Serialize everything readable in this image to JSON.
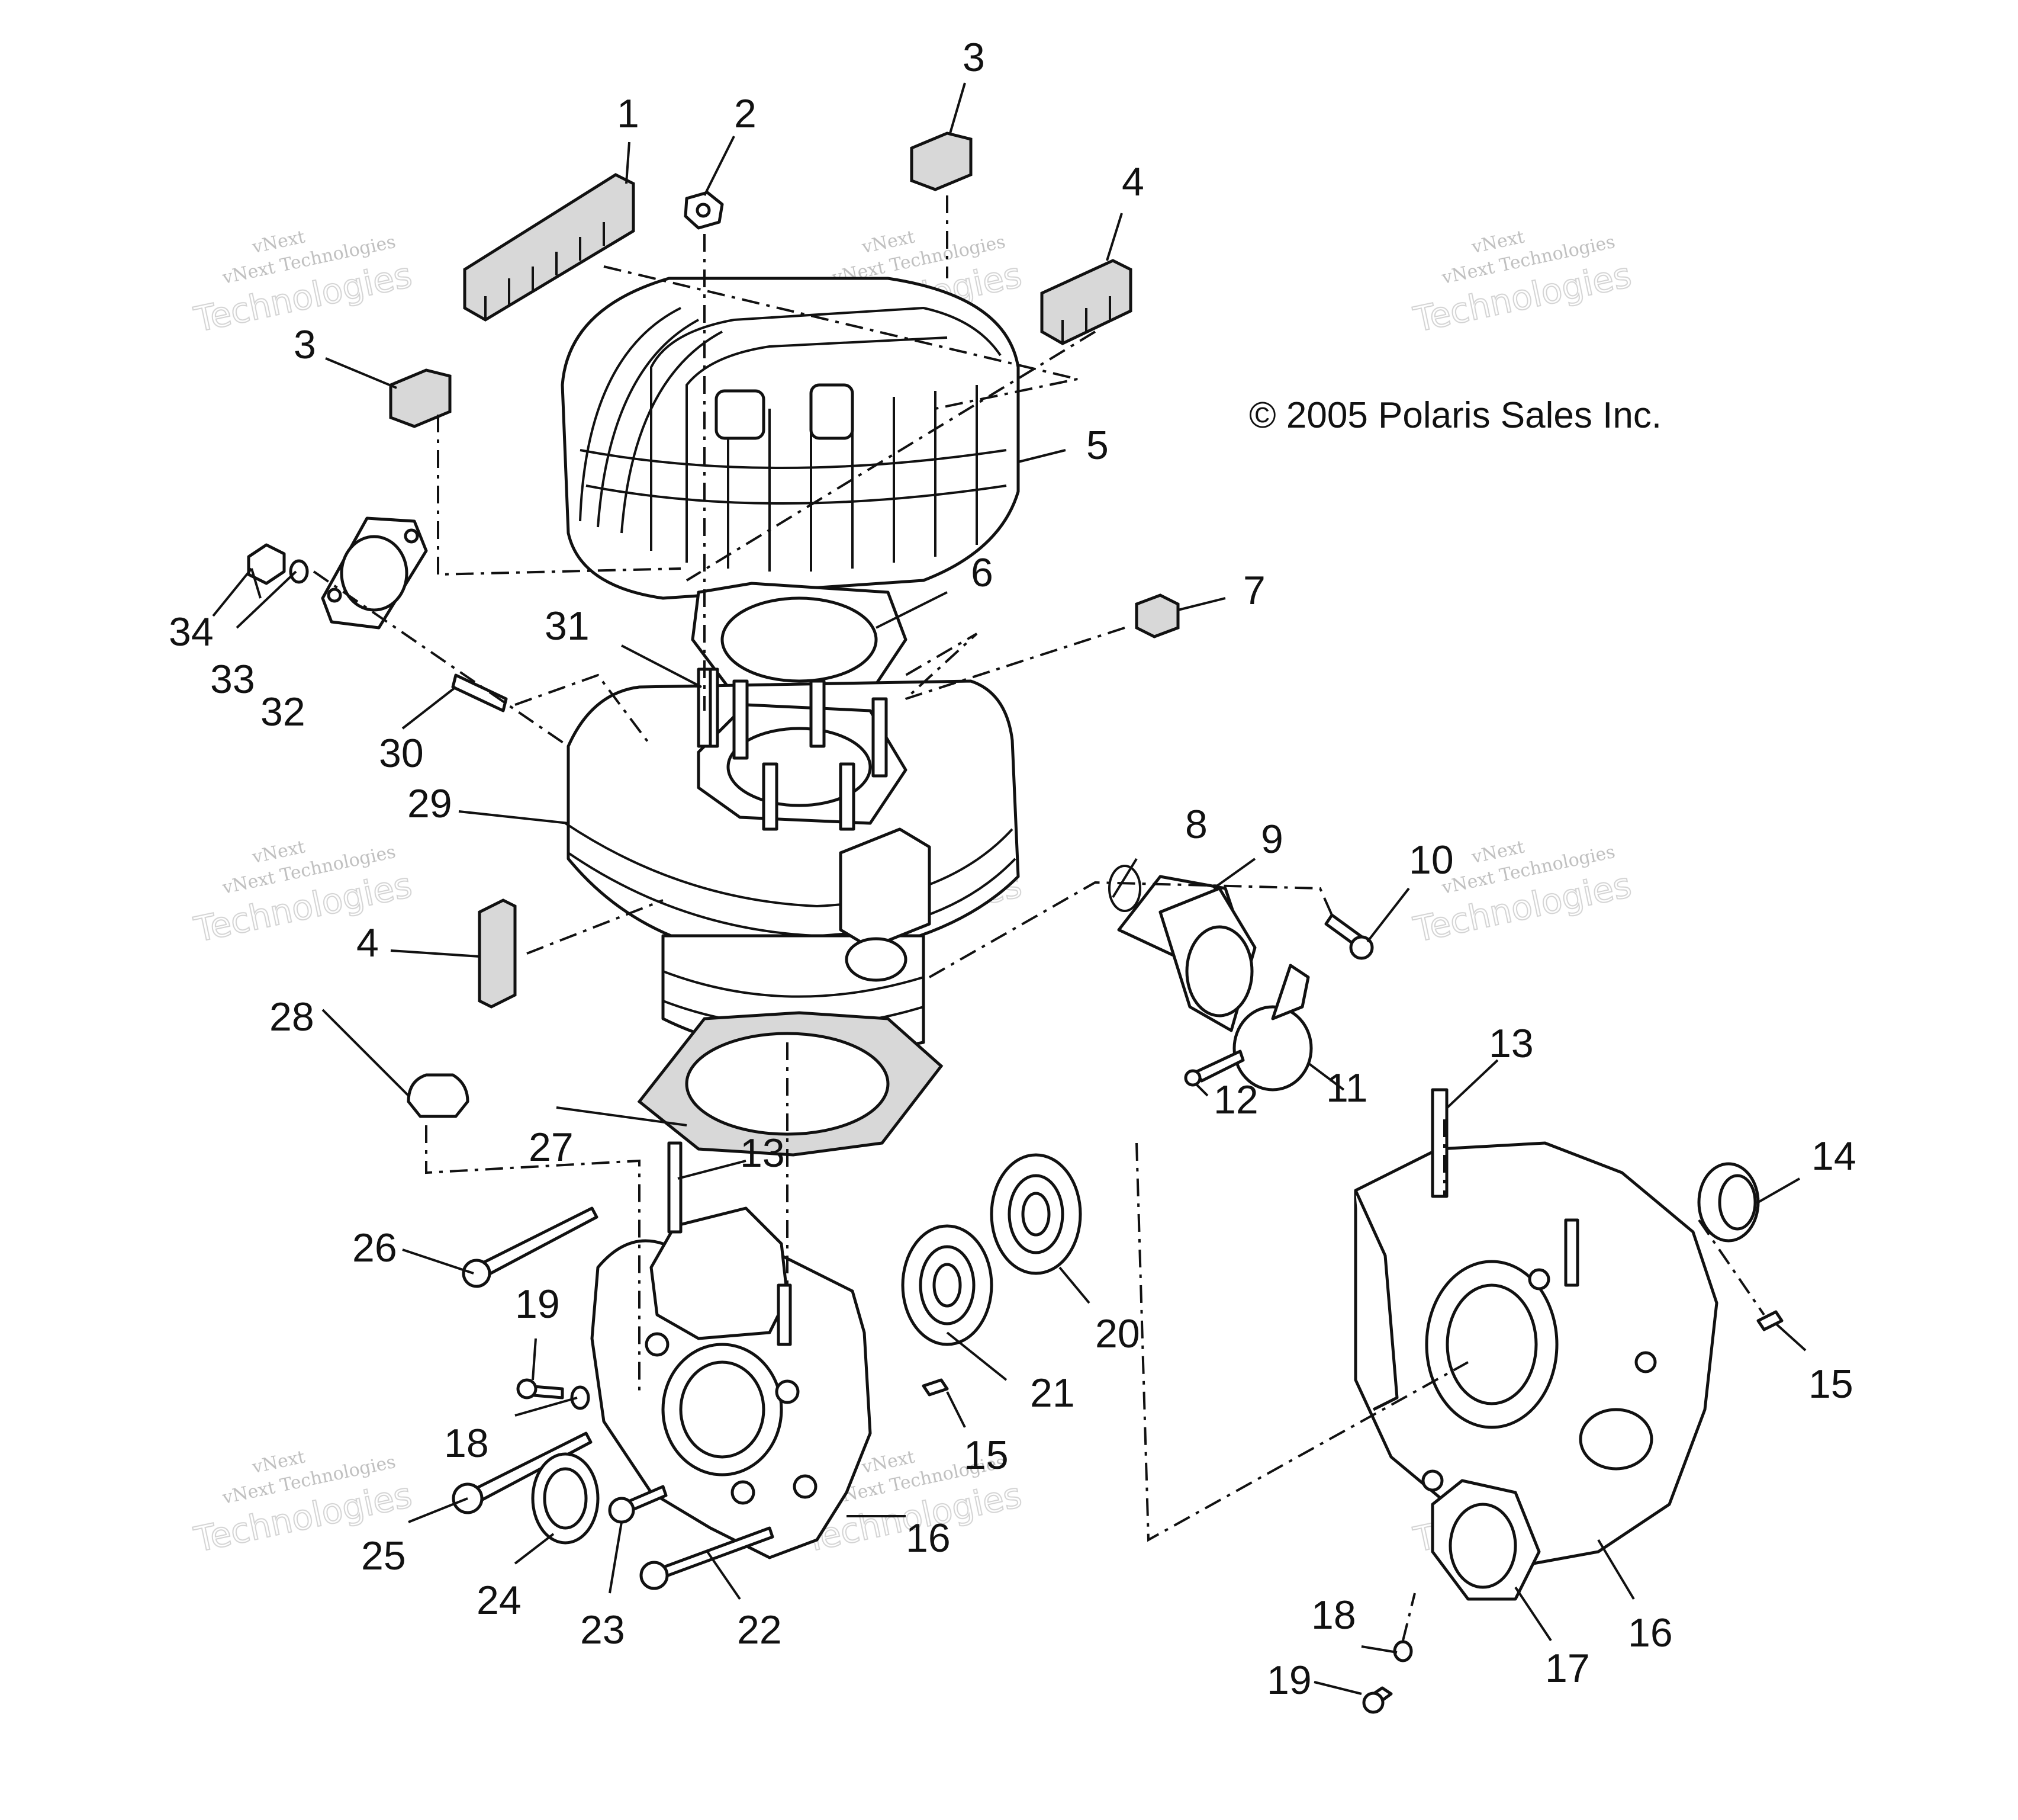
{
  "copyright": "© 2005 Polaris Sales Inc.",
  "watermark": {
    "line1": "vNext",
    "line2": "vNext Technologies",
    "line3": "Technologies"
  },
  "callouts": [
    "1",
    "2",
    "3",
    "3",
    "4",
    "4",
    "5",
    "6",
    "7",
    "8",
    "9",
    "10",
    "11",
    "12",
    "13",
    "13",
    "14",
    "15",
    "15",
    "16",
    "16",
    "17",
    "18",
    "18",
    "19",
    "19",
    "20",
    "21",
    "22",
    "23",
    "24",
    "25",
    "26",
    "27",
    "28",
    "29",
    "30",
    "31",
    "32",
    "33",
    "34"
  ]
}
